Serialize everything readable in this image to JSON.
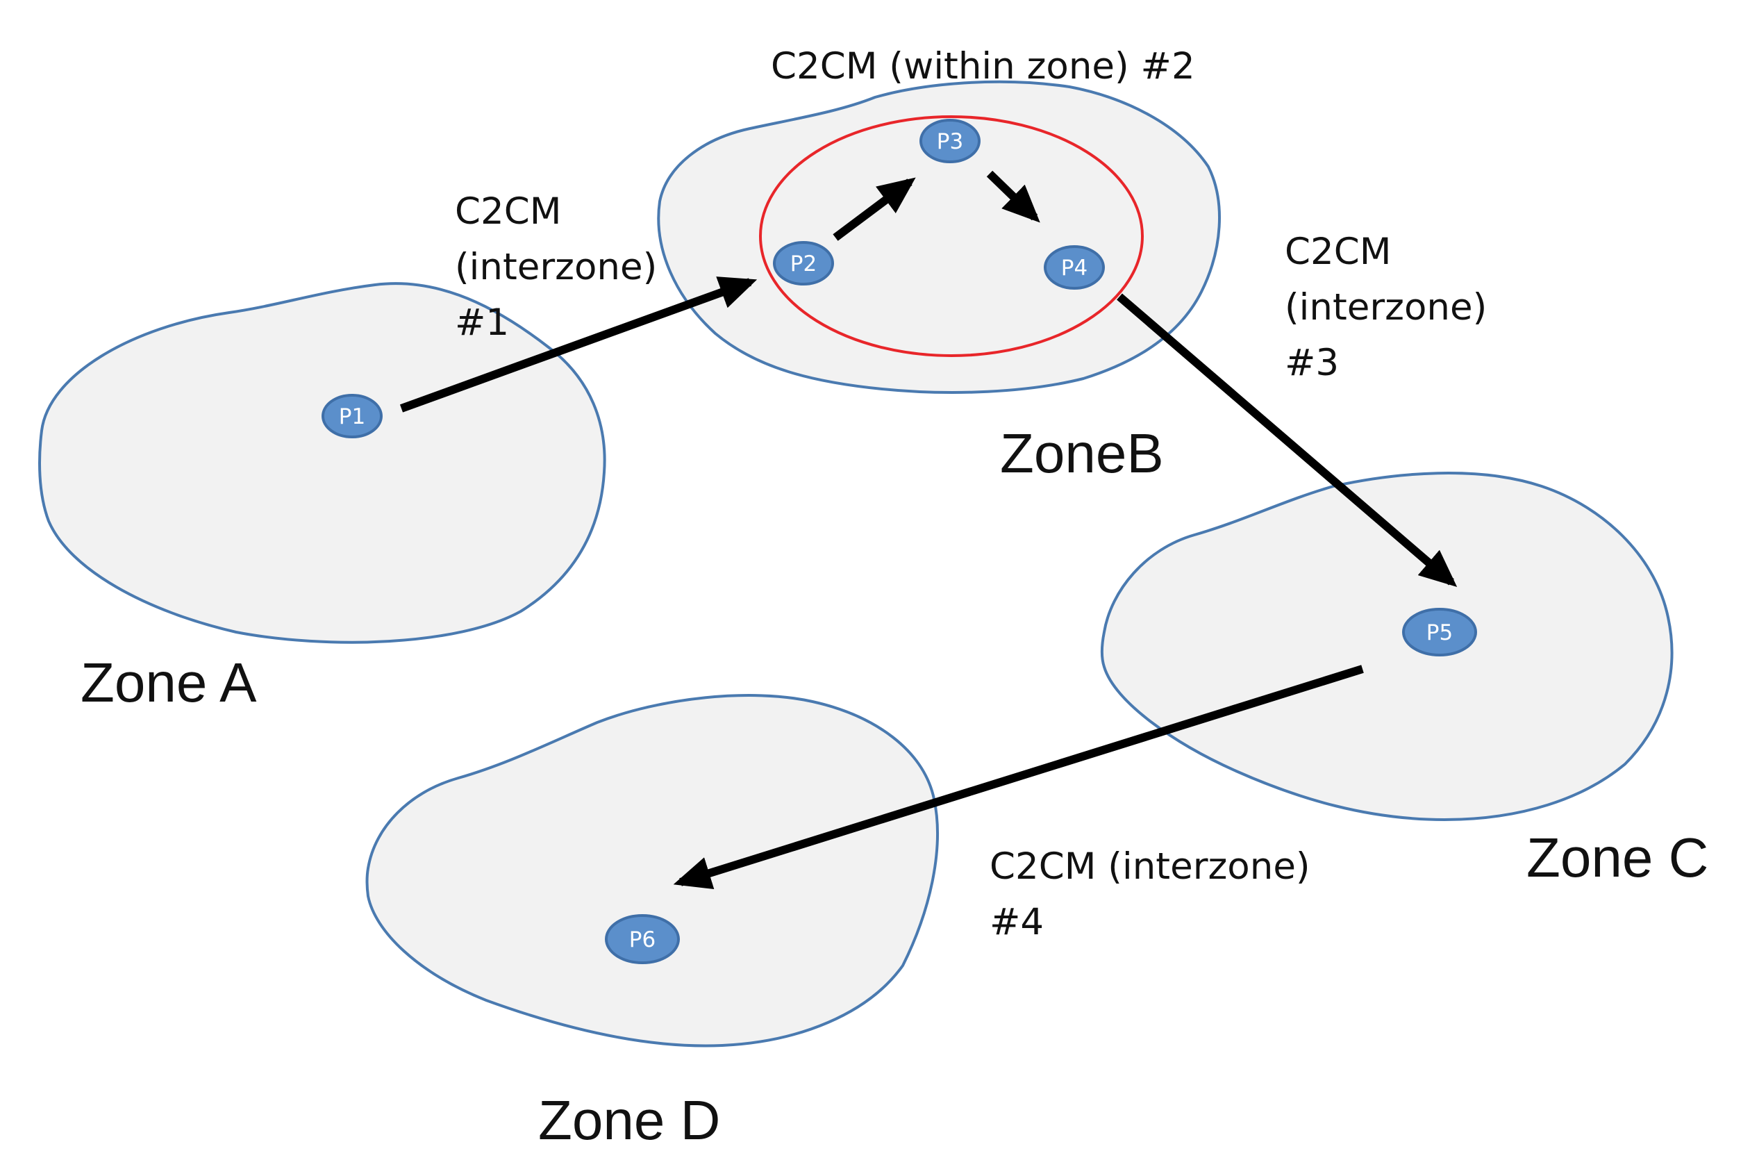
{
  "zones": {
    "a": "Zone A",
    "b": "ZoneB",
    "c": "Zone C",
    "d": "Zone D"
  },
  "nodes": {
    "p1": "P1",
    "p2": "P2",
    "p3": "P3",
    "p4": "P4",
    "p5": "P5",
    "p6": "P6"
  },
  "flows": {
    "f1": [
      "C2CM",
      "(interzone)",
      "#1"
    ],
    "f2": "C2CM (within zone) #2",
    "f3": [
      "C2CM",
      "(interzone)",
      "#3"
    ],
    "f4": [
      "C2CM (interzone)",
      "#4"
    ]
  },
  "colors": {
    "zone_fill": "#f2f2f2",
    "zone_border": "#4a7ab0",
    "node_fill": "#5b8fcb",
    "scope_circle": "#e8262a",
    "arrow": "#000000"
  }
}
